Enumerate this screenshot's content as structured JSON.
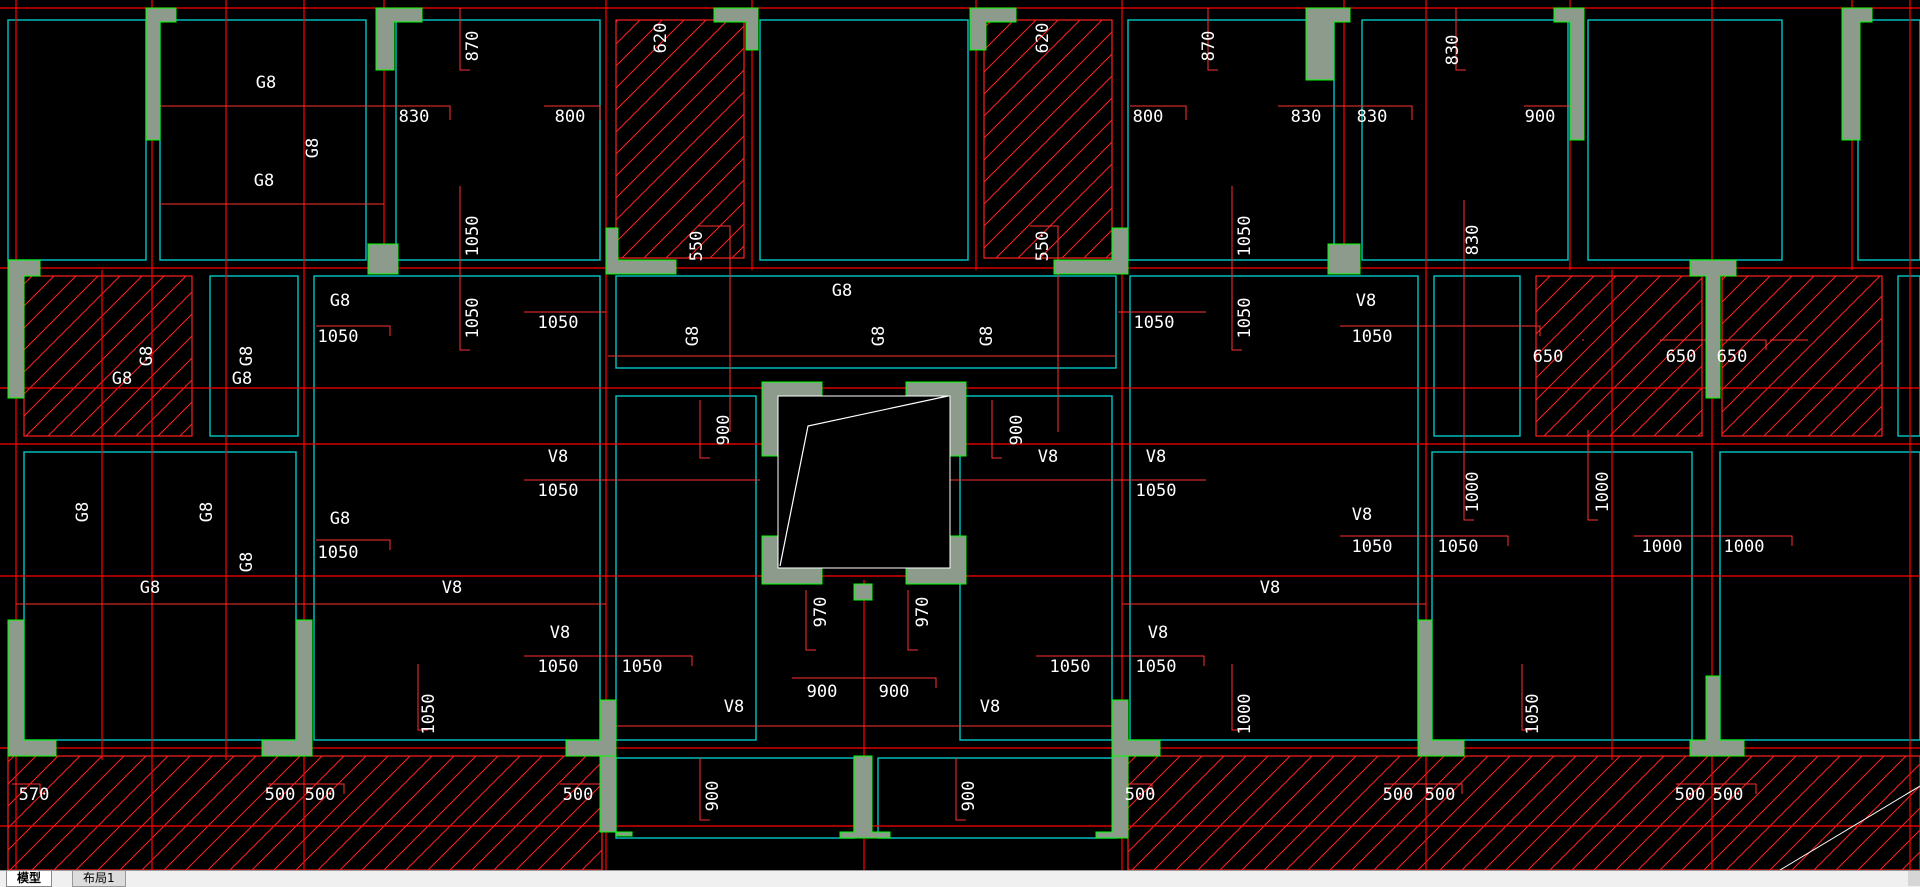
{
  "tabs": [
    {
      "label": "模型",
      "active": true
    },
    {
      "label": "布局1",
      "active": false
    }
  ],
  "colors": {
    "background": "#000000",
    "axis": "#ff0000",
    "wall_outline": "#00c8c8",
    "column_fill": "#8c9b8c",
    "column_edge": "#00ff00",
    "hatch": "#ff2020",
    "text": "#ffffff"
  },
  "drawing": {
    "labels": [
      {
        "text": "870"
      },
      {
        "text": "620"
      },
      {
        "text": "620"
      },
      {
        "text": "870"
      },
      {
        "text": "830"
      },
      {
        "text": "G8"
      },
      {
        "text": "G8"
      },
      {
        "text": "830"
      },
      {
        "text": "800"
      },
      {
        "text": "800"
      },
      {
        "text": "830"
      },
      {
        "text": "830"
      },
      {
        "text": "900"
      },
      {
        "text": "G8"
      },
      {
        "text": "1050"
      },
      {
        "text": "1050"
      },
      {
        "text": "1050"
      },
      {
        "text": "1050"
      },
      {
        "text": "550"
      },
      {
        "text": "550"
      },
      {
        "text": "830"
      },
      {
        "text": "G8"
      },
      {
        "text": "1050"
      },
      {
        "text": "1050"
      },
      {
        "text": "G8"
      },
      {
        "text": "G8"
      },
      {
        "text": "G8"
      },
      {
        "text": "G8"
      },
      {
        "text": "1050"
      },
      {
        "text": "V8"
      },
      {
        "text": "1050"
      },
      {
        "text": "G8"
      },
      {
        "text": "G8"
      },
      {
        "text": "G8"
      },
      {
        "text": "G8"
      },
      {
        "text": "650"
      },
      {
        "text": "650"
      },
      {
        "text": "650"
      },
      {
        "text": "900"
      },
      {
        "text": "900"
      },
      {
        "text": "V8"
      },
      {
        "text": "1050"
      },
      {
        "text": "V8"
      },
      {
        "text": "V8"
      },
      {
        "text": "1050"
      },
      {
        "text": "1000"
      },
      {
        "text": "1000"
      },
      {
        "text": "G8"
      },
      {
        "text": "G8"
      },
      {
        "text": "G8"
      },
      {
        "text": "1050"
      },
      {
        "text": "V8"
      },
      {
        "text": "1050"
      },
      {
        "text": "1050"
      },
      {
        "text": "1000"
      },
      {
        "text": "1000"
      },
      {
        "text": "G8"
      },
      {
        "text": "G8"
      },
      {
        "text": "V8"
      },
      {
        "text": "V8"
      },
      {
        "text": "970"
      },
      {
        "text": "970"
      },
      {
        "text": "V8"
      },
      {
        "text": "1050"
      },
      {
        "text": "1050"
      },
      {
        "text": "V8"
      },
      {
        "text": "1050"
      },
      {
        "text": "1050"
      },
      {
        "text": "1050"
      },
      {
        "text": "1000"
      },
      {
        "text": "1050"
      },
      {
        "text": "900"
      },
      {
        "text": "900"
      },
      {
        "text": "V8"
      },
      {
        "text": "V8"
      },
      {
        "text": "570"
      },
      {
        "text": "500"
      },
      {
        "text": "500"
      },
      {
        "text": "500"
      },
      {
        "text": "900"
      },
      {
        "text": "900"
      },
      {
        "text": "500"
      },
      {
        "text": "500"
      },
      {
        "text": "500"
      },
      {
        "text": "500"
      },
      {
        "text": "500"
      }
    ]
  }
}
